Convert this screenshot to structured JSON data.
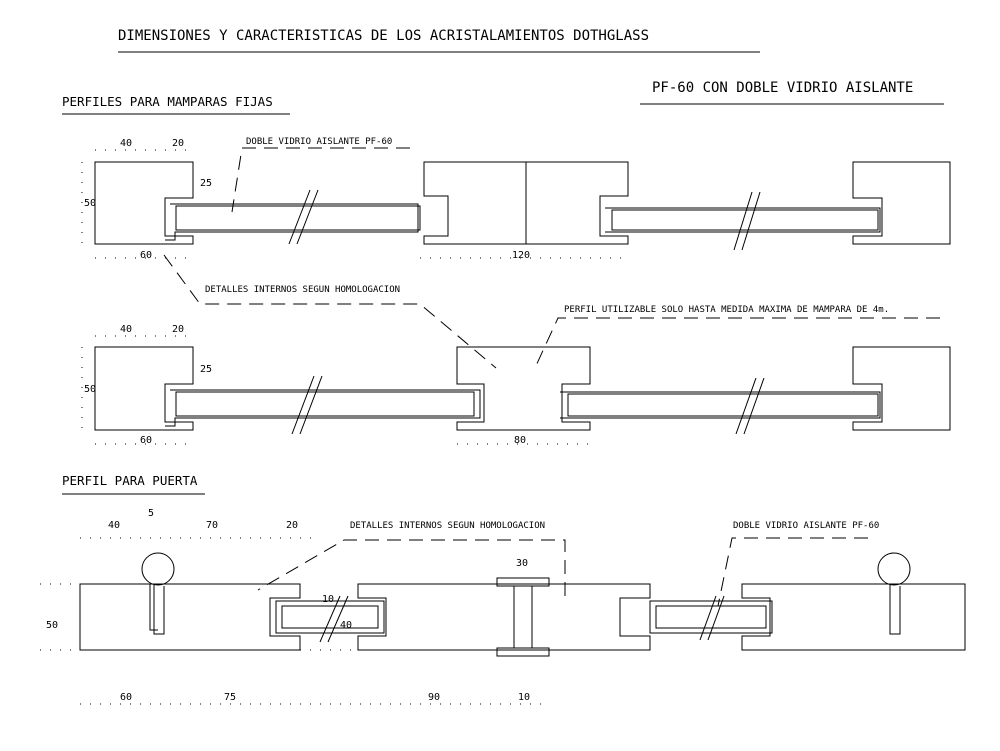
{
  "title": "DIMENSIONES Y CARACTERISTICAS DE LOS ACRISTALAMIENTOS DOTHGLASS",
  "sections": {
    "fixed": "PERFILES PARA MAMPARAS FIJAS",
    "system": "PF-60 CON DOBLE VIDRIO AISLANTE",
    "door": "PERFIL PARA PUERTA"
  },
  "notes": {
    "glass_top": "DOBLE VIDRIO AISLANTE PF-60",
    "internal_mid": "DETALLES INTERNOS SEGUN HOMOLOGACION",
    "profile_limit": "PERFIL UTILIZABLE SOLO HASTA MEDIDA MAXIMA DE MAMPARA DE 4m.",
    "internal_door": "DETALLES INTERNOS SEGUN HOMOLOGACION",
    "glass_door": "DOBLE VIDRIO AISLANTE PF-60"
  },
  "dims": {
    "r1_40": "40",
    "r1_20": "20",
    "r1_50": "50",
    "r1_25": "25",
    "r1_60": "60",
    "r1_120": "120",
    "r2_40": "40",
    "r2_20": "20",
    "r2_50": "50",
    "r2_25": "25",
    "r2_60": "60",
    "r2_80": "80",
    "d_40": "40",
    "d_5": "5",
    "d_70": "70",
    "d_20": "20",
    "d_30": "30",
    "d_10a": "10",
    "d_40b": "40",
    "d_50": "50",
    "d_60": "60",
    "d_75": "75",
    "d_90": "90",
    "d_10b": "10"
  }
}
